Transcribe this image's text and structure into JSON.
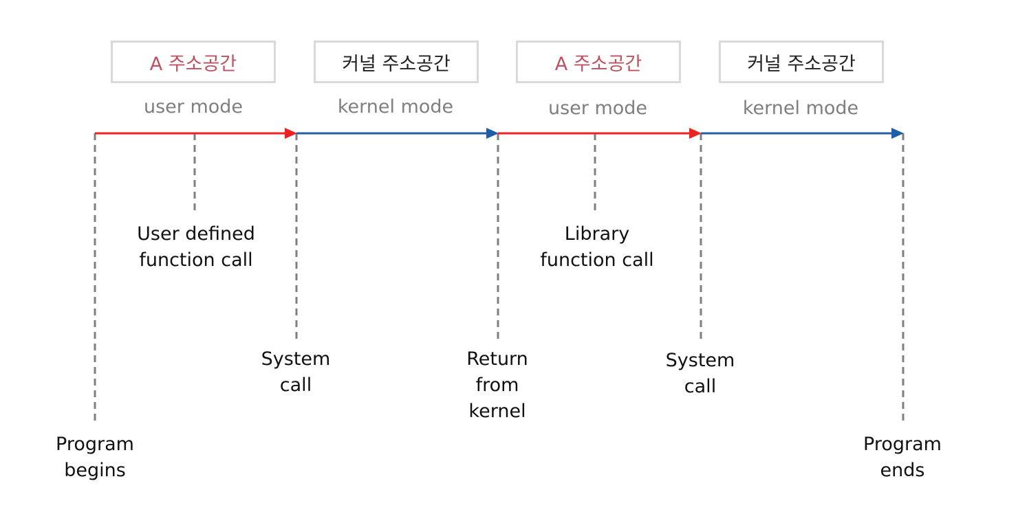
{
  "address_spaces": [
    {
      "label": "A 주소공간",
      "kind": "user"
    },
    {
      "label": "커널 주소공간",
      "kind": "kernel"
    },
    {
      "label": "A 주소공간",
      "kind": "user"
    },
    {
      "label": "커널 주소공간",
      "kind": "kernel"
    }
  ],
  "modes": [
    "user mode",
    "kernel mode",
    "user mode",
    "kernel mode"
  ],
  "events": {
    "program_begins": "Program\nbegins",
    "user_function_call": "User defined\nfunction call",
    "system_call_1": "System\ncall",
    "return_from_kernel": "Return\nfrom\nkernel",
    "library_function_call": "Library\nfunction call",
    "system_call_2": "System\ncall",
    "program_ends": "Program\nends"
  },
  "colors": {
    "user_arrow": "#ee2222",
    "kernel_arrow": "#1f5fa8",
    "user_text": "#c0505f",
    "dashed_line": "#7f7f7f",
    "box_border": "#d9d9d9"
  }
}
